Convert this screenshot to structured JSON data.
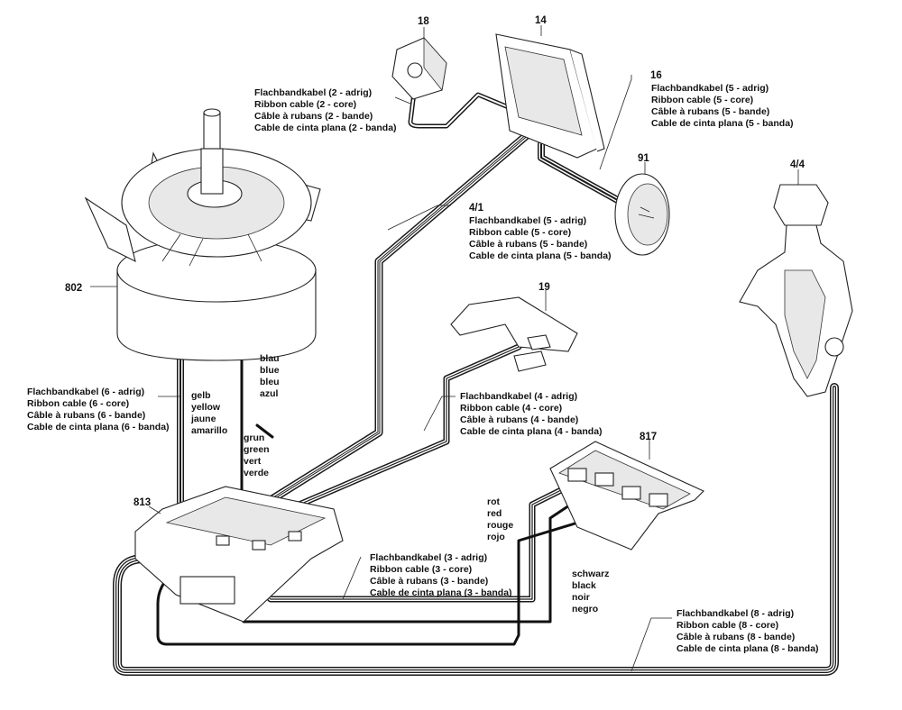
{
  "parts": {
    "p18": "18",
    "p14": "14",
    "p16": "16",
    "p91": "91",
    "p4_4": "4/4",
    "p4_1": "4/1",
    "p802": "802",
    "p19": "19",
    "p817": "817",
    "p813": "813"
  },
  "cables": {
    "ribbon2": [
      "Flachbandkabel (2 - adrig)",
      "Ribbon cable (2 - core)",
      "Câble à rubans (2 - bande)",
      "Cable de cinta plana (2 - banda)"
    ],
    "ribbon5a": [
      "Flachbandkabel (5 - adrig)",
      "Ribbon cable (5 - core)",
      "Câble à rubans (5 - bande)",
      "Cable de cinta plana (5 - banda)"
    ],
    "ribbon5b": [
      "Flachbandkabel (5 - adrig)",
      "Ribbon cable (5 - core)",
      "Câble à rubans (5 - bande)",
      "Cable de cinta plana (5 - banda)"
    ],
    "ribbon6": [
      "Flachbandkabel (6 - adrig)",
      "Ribbon cable (6 - core)",
      "Câble à rubans (6 - bande)",
      "Cable de cinta plana (6 - banda)"
    ],
    "ribbon4": [
      "Flachbandkabel (4 - adrig)",
      "Ribbon cable (4 - core)",
      "Câble à rubans (4 - bande)",
      "Cable de cinta plana (4 - banda)"
    ],
    "ribbon3": [
      "Flachbandkabel (3 - adrig)",
      "Ribbon cable (3 - core)",
      "Câble à rubans (3 - bande)",
      "Cable de cinta plana (3 - banda)"
    ],
    "ribbon8": [
      "Flachbandkabel (8 - adrig)",
      "Ribbon cable (8 - core)",
      "Câble à rubans (8 - bande)",
      "Cable de cinta plana (8 - banda)"
    ]
  },
  "wires": {
    "blue": [
      "blau",
      "blue",
      "bleu",
      "azul"
    ],
    "yellow": [
      "gelb",
      "yellow",
      "jaune",
      "amarillo"
    ],
    "green": [
      "grun",
      "green",
      "vert",
      "verde"
    ],
    "red": [
      "rot",
      "red",
      "rouge",
      "rojo"
    ],
    "black": [
      "schwarz",
      "black",
      "noir",
      "negro"
    ]
  }
}
